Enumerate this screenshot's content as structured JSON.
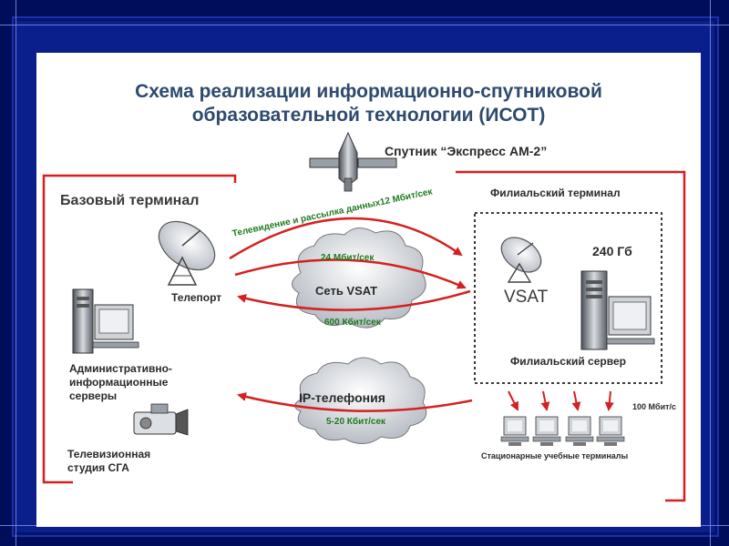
{
  "title_line1": "Схема реализации информационно-спутниковой",
  "title_line2": "образовательной технологии (ИСОТ)",
  "satellite_label": "Спутник “Экспресс АМ-2”",
  "base_terminal": "Базовый терминал",
  "branch_terminal": "Филиальский терминал",
  "tv_link": "Телевидение и рассылка данных12 Мбит/сек",
  "teleport": "Телепорт",
  "cloud_vsat": {
    "name": "Сеть VSAT",
    "up": "24 Мбит/сек",
    "down": "600 Кбит/сек"
  },
  "cloud_ip": {
    "name": "IP-телефония",
    "speed": "5-20 Кбит/сек"
  },
  "vsat": "VSAT",
  "storage": "240 Гб",
  "branch_server": "Филиальский сервер",
  "admin_servers": [
    "Административно-",
    "информационные",
    "серверы"
  ],
  "tv_studio": [
    "Телевизионная",
    "студия СГА"
  ],
  "lan_speed": "100 Мбит/с",
  "terminals_label": "Стационарные учебные терминалы",
  "colors": {
    "red": "#d42020",
    "title": "#2e4a6e",
    "green": "#1e7a1e",
    "background": "#0a1f8c"
  }
}
